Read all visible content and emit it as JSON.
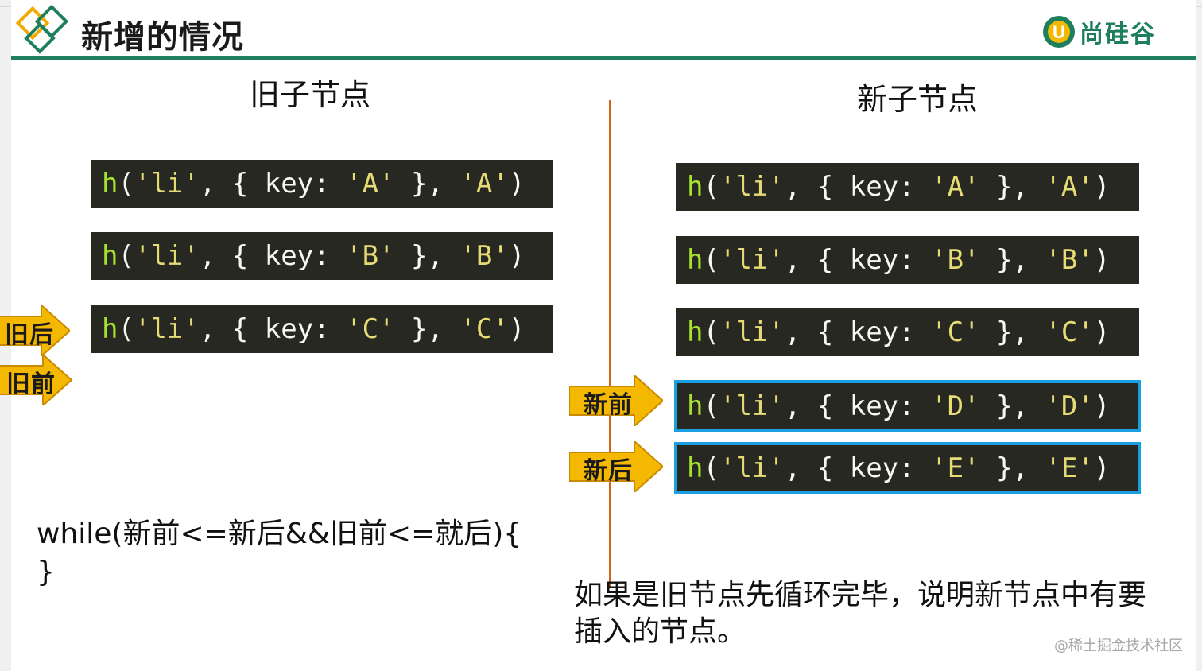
{
  "header": {
    "title": "新增的情况",
    "brand": "尚硅谷",
    "brand_mark": "U",
    "accent_color": "#1f7f5c",
    "logo_icon": "diamond-logo-icon"
  },
  "old_column": {
    "title": "旧子节点",
    "nodes": [
      {
        "fn": "h",
        "tag": "'li'",
        "key": "'A'",
        "text": "'A'"
      },
      {
        "fn": "h",
        "tag": "'li'",
        "key": "'B'",
        "text": "'B'"
      },
      {
        "fn": "h",
        "tag": "'li'",
        "key": "'C'",
        "text": "'C'"
      }
    ],
    "pointers": {
      "after": "旧后",
      "before": "旧前"
    }
  },
  "new_column": {
    "title": "新子节点",
    "nodes": [
      {
        "fn": "h",
        "tag": "'li'",
        "key": "'A'",
        "text": "'A'",
        "highlighted": false
      },
      {
        "fn": "h",
        "tag": "'li'",
        "key": "'B'",
        "text": "'B'",
        "highlighted": false
      },
      {
        "fn": "h",
        "tag": "'li'",
        "key": "'C'",
        "text": "'C'",
        "highlighted": false
      },
      {
        "fn": "h",
        "tag": "'li'",
        "key": "'D'",
        "text": "'D'",
        "highlighted": true
      },
      {
        "fn": "h",
        "tag": "'li'",
        "key": "'E'",
        "text": "'E'",
        "highlighted": true
      }
    ],
    "pointers": {
      "before": "新前",
      "after": "新后"
    }
  },
  "loop": {
    "line1": "while(新前<=新后&&旧前<=就后){",
    "line2": "}"
  },
  "note": "如果是旧节点先循环完毕，说明新节点中有要插入的节点。",
  "watermark": "@稀土掘金技术社区",
  "colors": {
    "code_bg": "#272822",
    "code_fn": "#a6e22e",
    "code_str": "#e6db74",
    "highlight_border": "#1aa0e0",
    "divider": "#d2641e",
    "arrow_fill": "#f5b800"
  }
}
